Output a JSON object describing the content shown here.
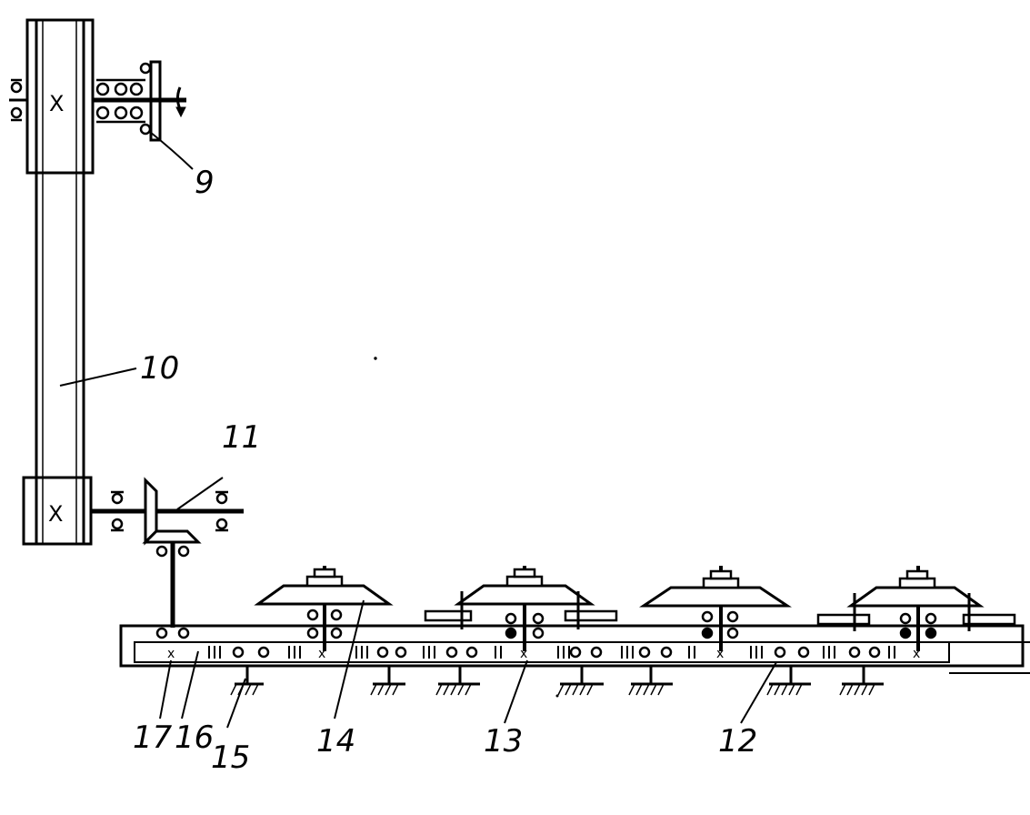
{
  "diagram": {
    "labels": {
      "l9": "9",
      "l10": "10",
      "l11": "11",
      "l12": "12",
      "l13": "13",
      "l14": "14",
      "l15": "15",
      "l16": "16",
      "l17": "17"
    },
    "shaft_mark": "X",
    "small_mark": "x",
    "colors": {
      "ink": "#000000",
      "paper": "#ffffff"
    }
  }
}
